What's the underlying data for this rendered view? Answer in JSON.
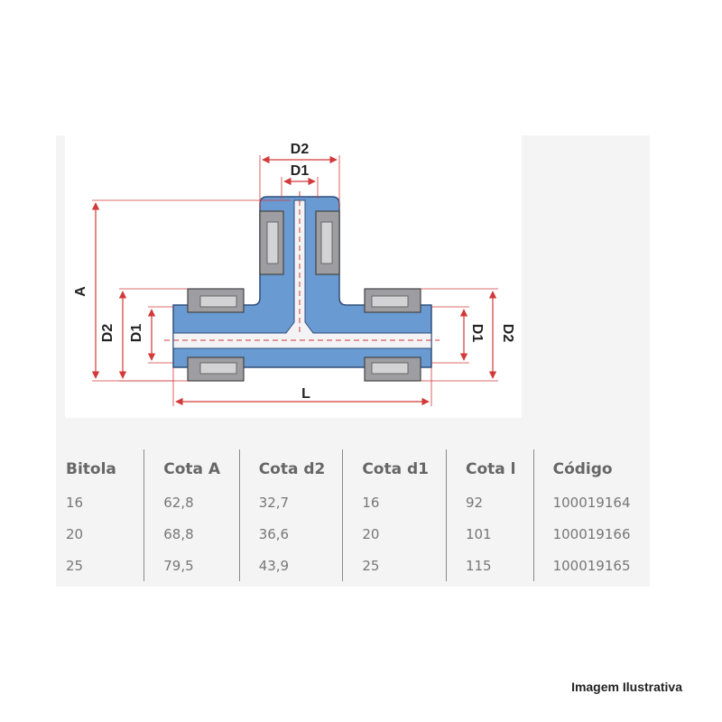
{
  "drawing": {
    "labels": {
      "top_outer": "D2",
      "top_inner": "D1",
      "height": "A",
      "left_outer": "D2",
      "left_inner": "D1",
      "right_inner": "D1",
      "right_outer": "D2",
      "length": "L"
    },
    "colors": {
      "pipe_blue": "#6a9ad2",
      "bore": "#f3f3f5",
      "fitting_gray": "#9e9ea2",
      "dimension_red": "#d23a3a"
    }
  },
  "table": {
    "headers": [
      "Bitola",
      "Cota A",
      "Cota d2",
      "Cota d1",
      "Cota l",
      "Código"
    ],
    "rows": [
      [
        "16",
        "62,8",
        "32,7",
        "16",
        "92",
        "100019164"
      ],
      [
        "20",
        "68,8",
        "36,6",
        "20",
        "101",
        "100019166"
      ],
      [
        "25",
        "79,5",
        "43,9",
        "25",
        "115",
        "100019165"
      ]
    ]
  },
  "caption": "Imagem Ilustrativa"
}
